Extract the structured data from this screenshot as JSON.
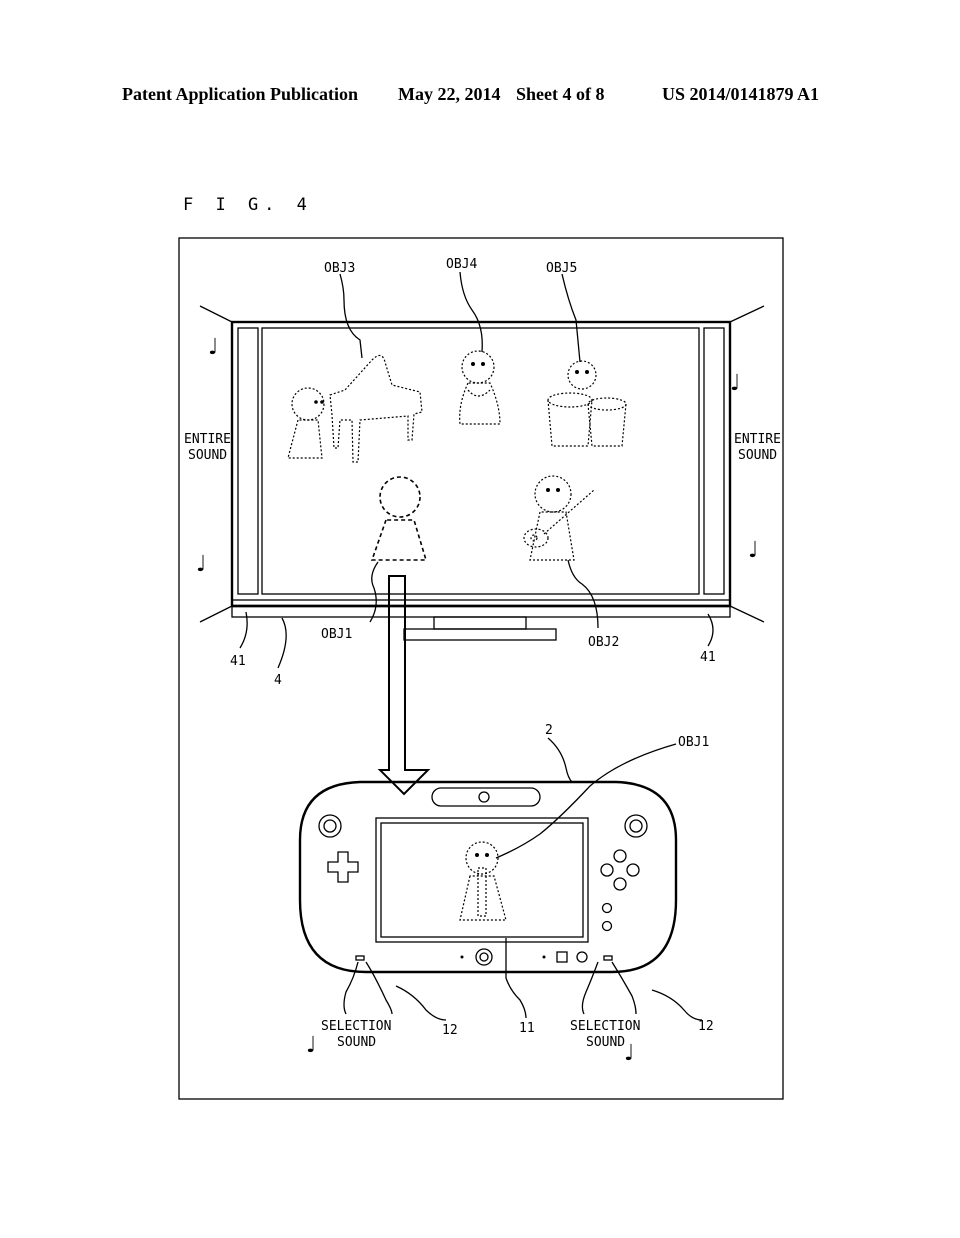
{
  "header": {
    "publication": "Patent Application Publication",
    "date": "May 22, 2014",
    "sheet": "Sheet 4 of 8",
    "number": "US 2014/0141879 A1"
  },
  "figure": {
    "label": "F I G. 4",
    "objects": {
      "obj1": "OBJ1",
      "obj2": "OBJ2",
      "obj3": "OBJ3",
      "obj4": "OBJ4",
      "obj5": "OBJ5",
      "obj1_terminal": "OBJ1"
    },
    "entire_sound": {
      "line1": "ENTIRE",
      "line2": "SOUND"
    },
    "selection_sound": {
      "line1": "SELECTION",
      "line2": "SOUND"
    },
    "refs": {
      "speaker_left": "41",
      "speaker_right": "41",
      "monitor": "4",
      "terminal": "2",
      "lcd": "11",
      "terminal_speaker_left": "12",
      "terminal_speaker_right": "12"
    },
    "note_glyph": "♩"
  }
}
